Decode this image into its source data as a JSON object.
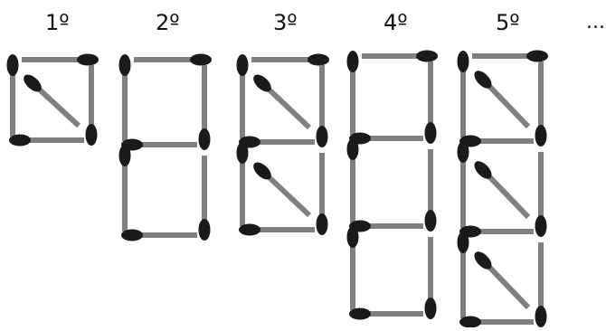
{
  "labels": {
    "fig1": "1º",
    "fig2": "2º",
    "fig3": "3º",
    "fig4": "4º",
    "fig5": "5º",
    "more": "..."
  },
  "colors": {
    "stick": "#808080",
    "head": "#1a1a1a",
    "label": "#111111"
  },
  "figures": [
    {
      "name": "figure-1",
      "squares": 1,
      "pattern": "diagonal-in-every-square"
    },
    {
      "name": "figure-2",
      "squares": 2,
      "pattern": "no-diagonals"
    },
    {
      "name": "figure-3",
      "squares": 2,
      "pattern": "diagonal-in-every-square"
    },
    {
      "name": "figure-4",
      "squares": 3,
      "pattern": "no-diagonals"
    },
    {
      "name": "figure-5",
      "squares": 3,
      "pattern": "diagonal-in-every-square"
    }
  ]
}
